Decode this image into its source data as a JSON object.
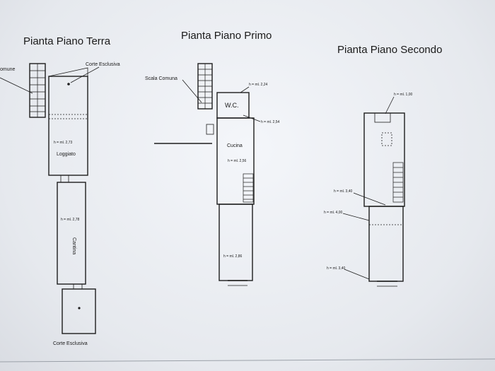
{
  "plans": {
    "terra": {
      "title": "Pianta Piano Terra",
      "scala_label": "omune",
      "corte_top": "Corte Esclusiva",
      "h1": "h = ml. 2,73",
      "room1": "Loggiato",
      "h2": "h = ml. 2,78",
      "room2": "Cantina",
      "corte_bottom": "Corte Esclusiva"
    },
    "primo": {
      "title": "Pianta Piano Primo",
      "scala_label": "Scala Comuna",
      "h_wc": "h = ml. 2,24",
      "wc": "W.C.",
      "h_wc2": "h = ml. 2,54",
      "cucina": "Cucina",
      "h_cucina": "h = ml. 2,56",
      "h_bottom": "h = ml. 2,86"
    },
    "secondo": {
      "title": "Pianta Piano Secondo",
      "h_top": "h = ml. 1,00",
      "h1": "h = ml. 3,40",
      "h2": "h = ml. 4,00",
      "h3": "h = ml. 3,40"
    }
  }
}
